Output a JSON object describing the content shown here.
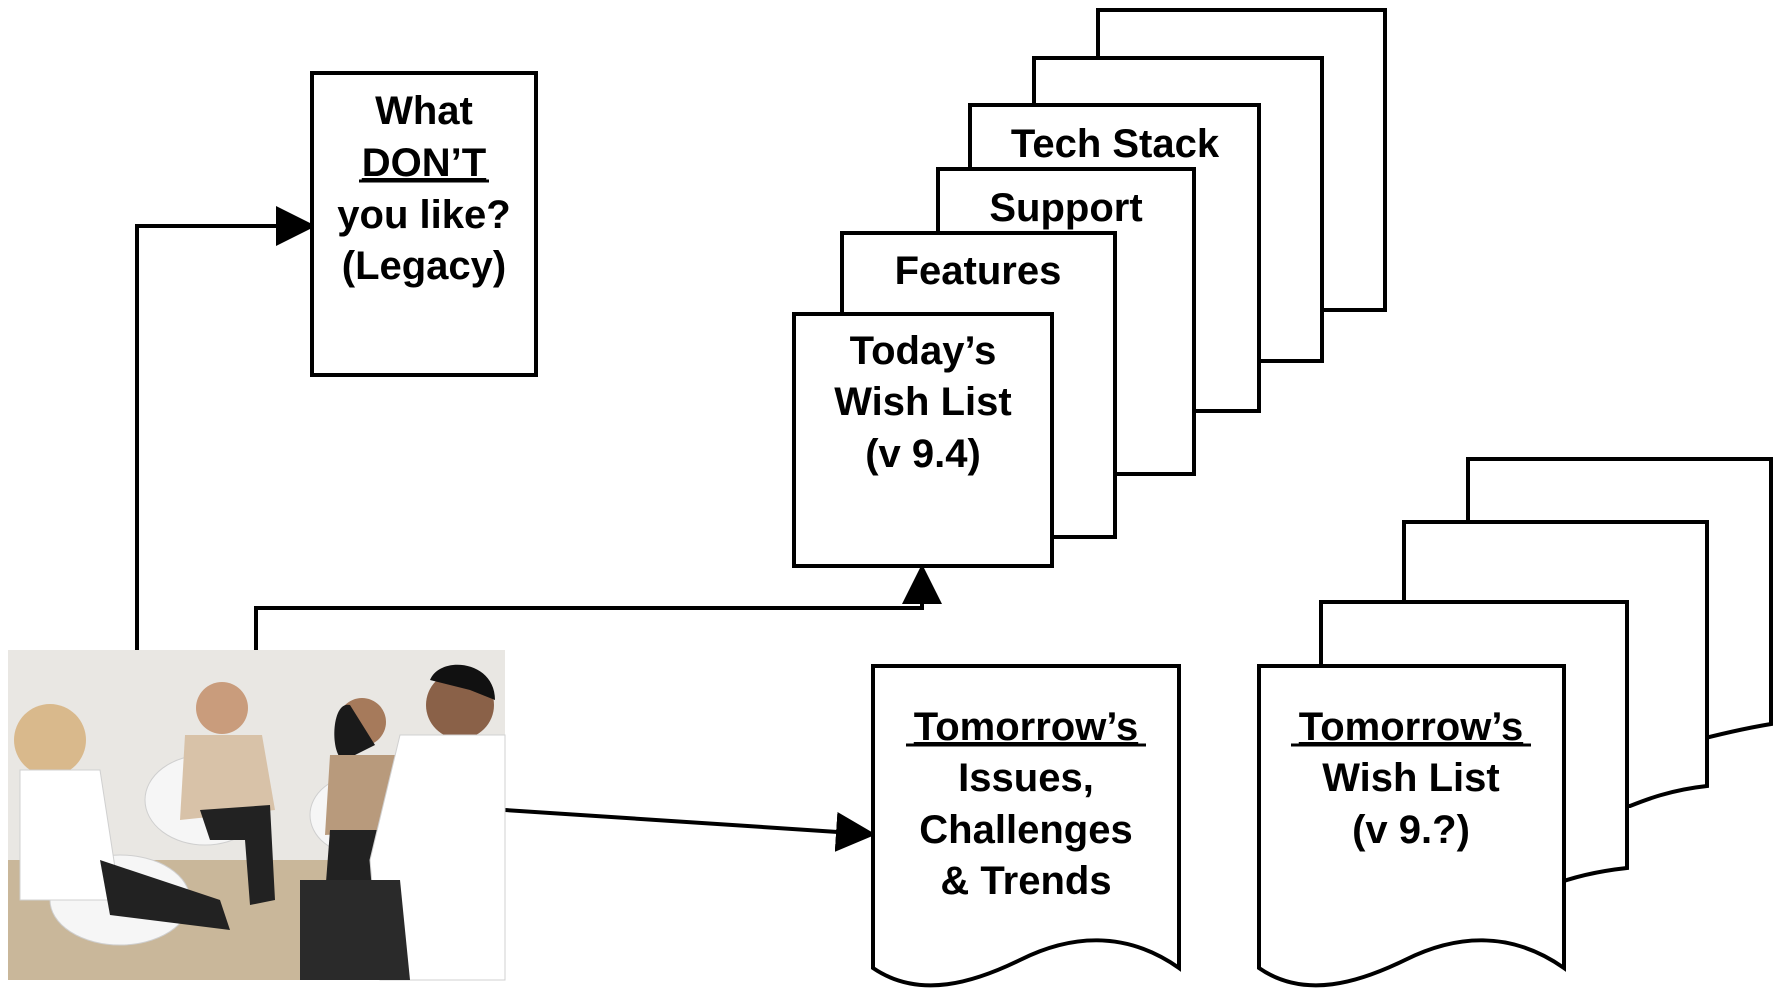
{
  "legacy_box": {
    "line1": "What",
    "line2": "DON’T",
    "line3": "you like?",
    "line4": "(Legacy)"
  },
  "today_stack": {
    "back2": "",
    "back1": "",
    "tech_stack": "Tech Stack",
    "support": "Support",
    "features": "Features",
    "front_line1": "Today’s",
    "front_line2": "Wish List",
    "front_line3": "(v 9.4)"
  },
  "issues_doc": {
    "line1": "Tomorrow’s",
    "line2": "Issues,",
    "line3": "Challenges",
    "line4": "& Trends"
  },
  "tomorrow_stack": {
    "line1": "Tomorrow’s",
    "line2": "Wish List",
    "line3": "(v 9.?)"
  },
  "photo": {
    "icon": "group-meeting-photo"
  },
  "colors": {
    "stroke": "#000000",
    "fill": "#ffffff",
    "wall": "#e9e7e3",
    "floor": "#c9b79a"
  }
}
